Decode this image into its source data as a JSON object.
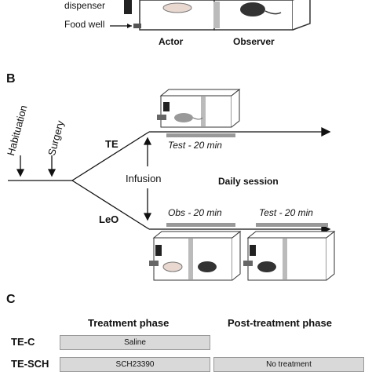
{
  "panel_a": {
    "dispenser_label": "dispenser",
    "food_well_label": "Food well",
    "actor_label": "Actor",
    "observer_label": "Observer"
  },
  "panel_b": {
    "letter": "B",
    "habituation": "Habituation",
    "surgery": "Surgery",
    "te_label": "TE",
    "leo_label": "LeO",
    "infusion_label": "Infusion",
    "daily_session_label": "Daily session",
    "test_20_top": "Test - 20 min",
    "obs_20": "Obs - 20 min",
    "test_20_bottom": "Test - 20 min"
  },
  "panel_c": {
    "letter": "C",
    "treatment_phase": "Treatment phase",
    "post_treatment_phase": "Post-treatment phase",
    "rows": [
      {
        "label": "TE-C",
        "treatment": "Saline",
        "post": ""
      },
      {
        "label": "TE-SCH",
        "treatment": "SCH23390",
        "post": "No treatment"
      }
    ]
  }
}
